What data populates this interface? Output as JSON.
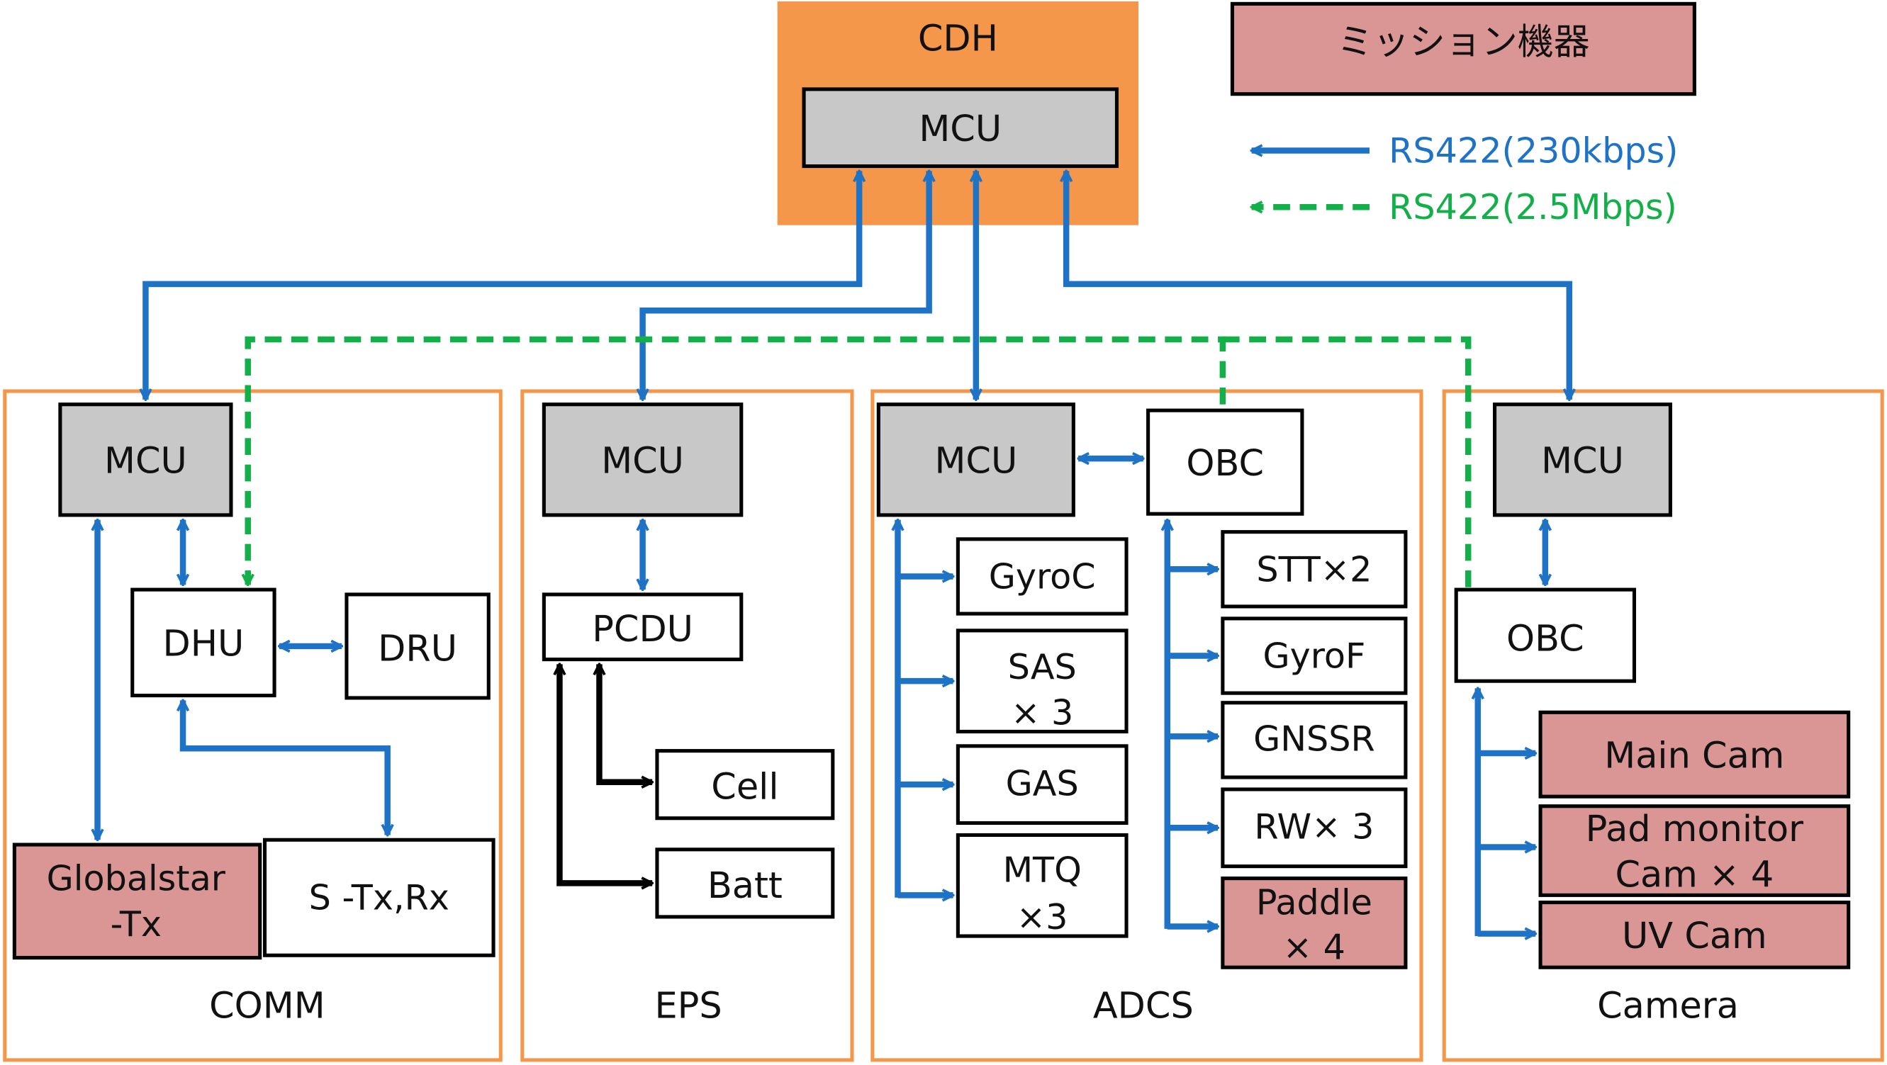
{
  "colors": {
    "orange": "#f5974a",
    "gray": "#c8c8c8",
    "mission": "#d99694",
    "blue": "#1f73c6",
    "green": "#13b04a",
    "black": "#000000"
  },
  "cdh": {
    "title": "CDH",
    "mcu": "MCU"
  },
  "legend": {
    "mission_label": "ミッション機器",
    "rs422_slow": "RS422(230kbps)",
    "rs422_fast": "RS422(2.5Mbps)"
  },
  "comm": {
    "name": "COMM",
    "mcu": "MCU",
    "dhu": "DHU",
    "dru": "DRU",
    "globalstar_line1": "Globalstar",
    "globalstar_line2": "-Tx",
    "stxrx": "S -Tx,Rx"
  },
  "eps": {
    "name": "EPS",
    "mcu": "MCU",
    "pcdu": "PCDU",
    "cell": "Cell",
    "batt": "Batt"
  },
  "adcs": {
    "name": "ADCS",
    "mcu": "MCU",
    "obc": "OBC",
    "gyroc": "GyroC",
    "sas_line1": "SAS",
    "sas_line2": "× 3",
    "gas": "GAS",
    "mtq_line1": "MTQ",
    "mtq_line2": "×3",
    "stt": "STT×2",
    "gyrof": "GyroF",
    "gnssr": "GNSSR",
    "rw": "RW× 3",
    "paddle_line1": "Paddle",
    "paddle_line2": "× 4"
  },
  "camera": {
    "name": "Camera",
    "mcu": "MCU",
    "obc": "OBC",
    "main_cam": "Main Cam",
    "pad_line1": "Pad monitor",
    "pad_line2": "Cam × 4",
    "uv_cam": "UV Cam"
  }
}
